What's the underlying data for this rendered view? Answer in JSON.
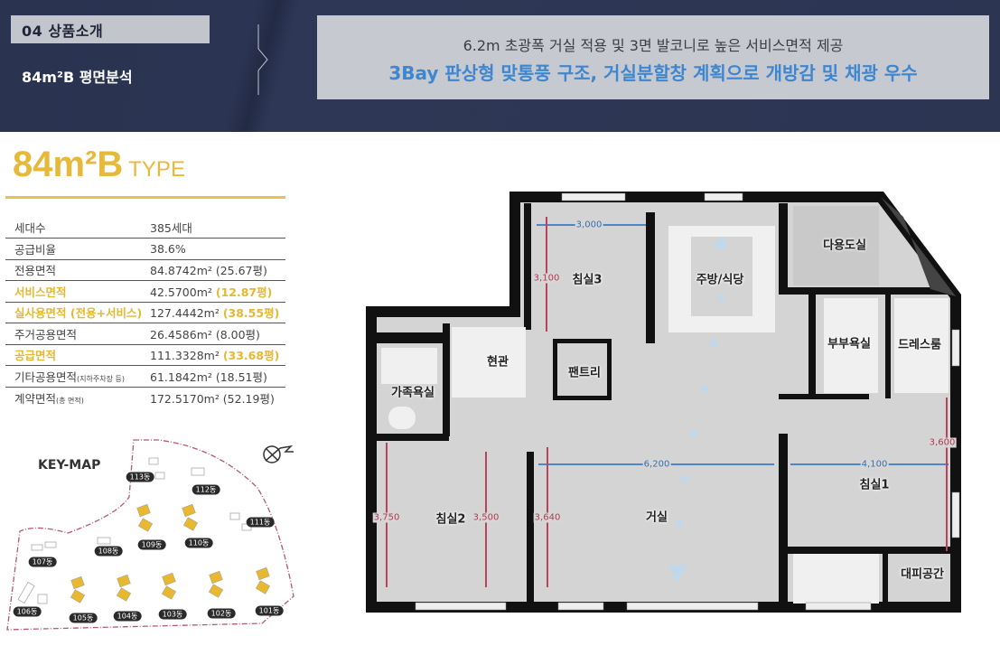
{
  "header": {
    "section": "04  상품소개",
    "subtitle": "84m²B 평면분석",
    "line1": "6.2m 초광폭 거실 적용 및 3면 발코니로 높은 서비스면적 제공",
    "line2": "3Bay 판상형 맞통풍 구조, 거실분할창 계획으로 개방감 및 채광 우수"
  },
  "type_title": {
    "main": "84m²B",
    "suffix": "TYPE"
  },
  "spec": [
    {
      "label": "세대수",
      "value": "385세대",
      "value_hl": ""
    },
    {
      "label": "공급비율",
      "value": "38.6%",
      "value_hl": ""
    },
    {
      "label": "전용면적",
      "value": "84.8742m² (25.67평)",
      "value_hl": ""
    },
    {
      "label": "서비스면적",
      "value": "42.5700m²",
      "value_hl": "(12.87평)"
    },
    {
      "label": "실사용면적 (전용+서비스)",
      "value": "127.4442m²",
      "value_hl": "(38.55평)"
    },
    {
      "label": "주거공용면적",
      "value": "26.4586m² (8.00평)",
      "value_hl": ""
    },
    {
      "label": "공급면적",
      "value": "111.3328m²",
      "value_hl": "(33.68평)"
    },
    {
      "label": "기타공용면적",
      "label_small": "(지하주차장 등)",
      "value": "61.1842m² (18.51평)",
      "value_hl": ""
    },
    {
      "label": "계약면적",
      "label_small": "(총 면적)",
      "value": "172.5170m² (52.19평)",
      "value_hl": ""
    }
  ],
  "keymap": {
    "title": "KEY-MAP",
    "buildings": [
      "113동",
      "112동",
      "111동",
      "109동",
      "110동",
      "108동",
      "107동",
      "106동",
      "105동",
      "104동",
      "103동",
      "102동",
      "101동"
    ]
  },
  "rooms": {
    "bed3": "침실3",
    "kitchen": "주방/식당",
    "utility": "다용도실",
    "master_bath": "부부욕실",
    "dress": "드레스룸",
    "entrance": "현관",
    "pantry": "팬트리",
    "family_bath": "가족욕실",
    "bed2": "침실2",
    "living": "거실",
    "bed1": "침실1",
    "shelter": "대피공간"
  },
  "dims": {
    "d3000": "3,000",
    "d3100": "3,100",
    "d6200": "6,200",
    "d4100": "4,100",
    "d3600": "3,600",
    "d3750": "3,750",
    "d3500": "3,500",
    "d3640": "3,640"
  },
  "colors": {
    "accent": "#e7b93b",
    "blue": "#3e86d0",
    "navy": "#2b3452"
  }
}
